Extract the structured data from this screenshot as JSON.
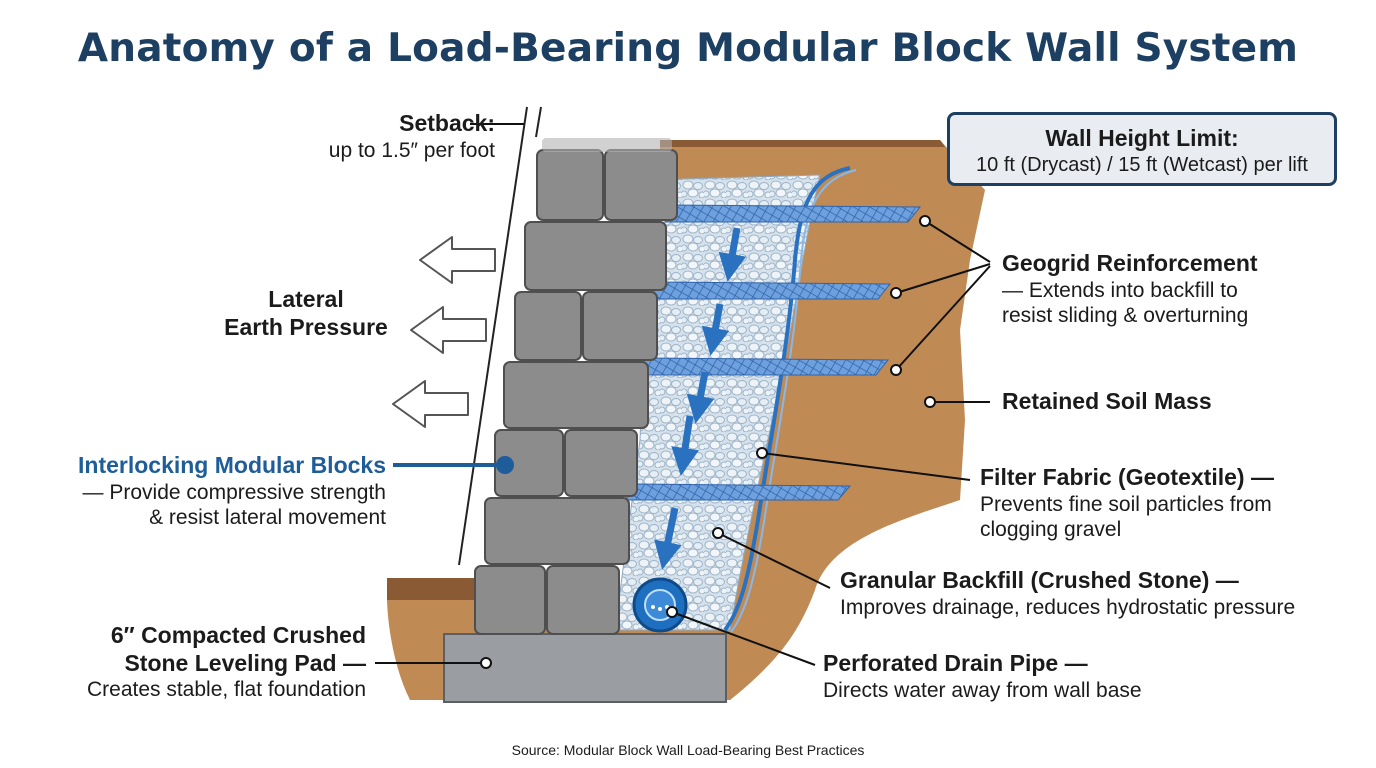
{
  "title": "Anatomy of a Load-Bearing Modular Block Wall System",
  "colors": {
    "title": "#1c3f62",
    "accent_blue": "#1e5d99",
    "soil": "#c08a55",
    "soil_top": "#8a5a34",
    "block": "#8c8c8c",
    "gravel": "#cfdde9",
    "geogrid": "#3a78c4",
    "pad": "#9a9ea3"
  },
  "labels": {
    "setback": {
      "heading": "Setback:",
      "body": "up to 1.5″ per foot"
    },
    "wall_height": {
      "heading": "Wall Height Limit:",
      "body": "10 ft (Drycast) / 15 ft (Wetcast) per lift"
    },
    "lateral": {
      "line1": "Lateral",
      "line2": "Earth Pressure"
    },
    "geogrid": {
      "heading": "Geogrid Reinforcement",
      "body1": "— Extends into backfill to",
      "body2": "resist sliding & overturning"
    },
    "soil": {
      "heading": "Retained Soil Mass"
    },
    "blocks": {
      "heading": "Interlocking Modular Blocks",
      "body1": "— Provide compressive strength",
      "body2": "& resist lateral movement"
    },
    "filter": {
      "heading": "Filter Fabric (Geotextile) —",
      "body1": "Prevents fine soil particles from",
      "body2": "clogging gravel"
    },
    "backfill": {
      "heading": "Granular Backfill (Crushed Stone) —",
      "body": "Improves drainage, reduces hydrostatic pressure"
    },
    "pad": {
      "heading1": "6″ Compacted Crushed",
      "heading2": "Stone Leveling Pad —",
      "body": "Creates stable, flat foundation"
    },
    "drain": {
      "heading": "Perforated Drain Pipe —",
      "body": "Directs water away from wall base"
    }
  },
  "source": "Source: Modular Block Wall Load-Bearing Best Practices"
}
